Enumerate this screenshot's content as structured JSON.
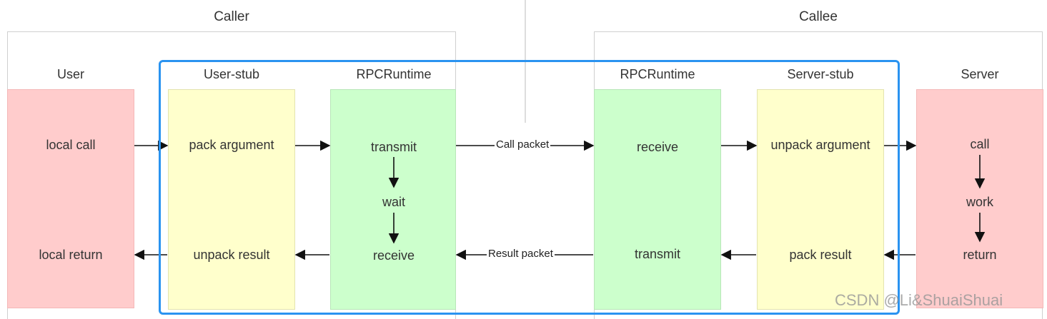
{
  "sections": {
    "caller": "Caller",
    "callee": "Callee"
  },
  "columns": {
    "user": {
      "title": "User",
      "top": "local call",
      "bottom": "local return"
    },
    "user_stub": {
      "title": "User-stub",
      "top": "pack argument",
      "bottom": "unpack result"
    },
    "caller_runtime": {
      "title": "RPCRuntime",
      "top": "transmit",
      "middle": "wait",
      "bottom": "receive"
    },
    "callee_runtime": {
      "title": "RPCRuntime",
      "top": "receive",
      "bottom": "transmit"
    },
    "server_stub": {
      "title": "Server-stub",
      "top": "unpack argument",
      "bottom": "pack result"
    },
    "server": {
      "title": "Server",
      "top": "call",
      "middle": "work",
      "bottom": "return"
    }
  },
  "edges": {
    "call_packet": "Call packet",
    "result_packet": "Result packet"
  },
  "colors": {
    "user_server_fill": "#ffcccc",
    "stub_fill": "#ffffcc",
    "runtime_fill": "#ccffcc",
    "highlight_border": "#2a93f0"
  },
  "watermark": "CSDN @Li&ShuaiShuai"
}
